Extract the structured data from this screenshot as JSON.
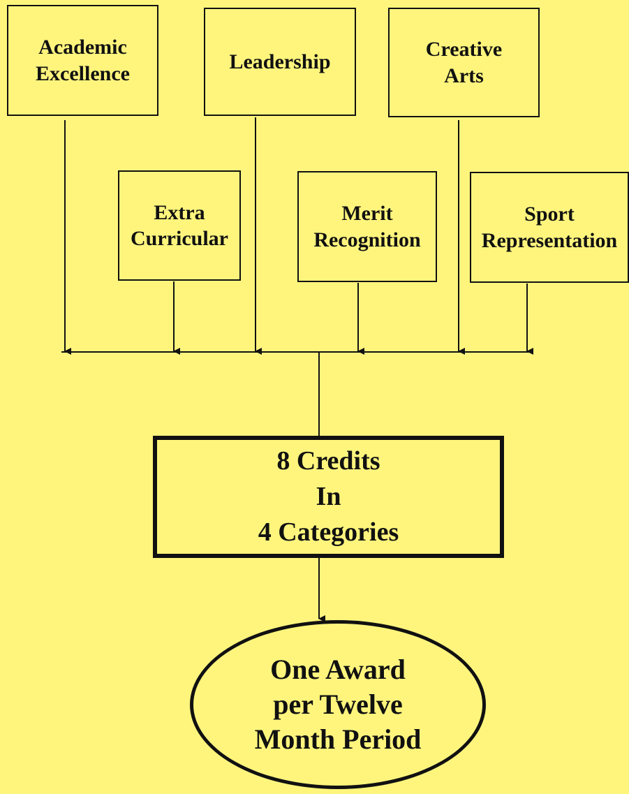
{
  "categories": {
    "academic_excellence": "Academic\nExcellence",
    "leadership": "Leadership",
    "creative_arts": "Creative\nArts",
    "extra_curricular": "Extra\nCurricular",
    "merit_recognition": "Merit\nRecognition",
    "sport_representation": "Sport\nRepresentation"
  },
  "requirement": "8 Credits\nIn\n4 Categories",
  "award": "One Award\nper Twelve\nMonth Period"
}
